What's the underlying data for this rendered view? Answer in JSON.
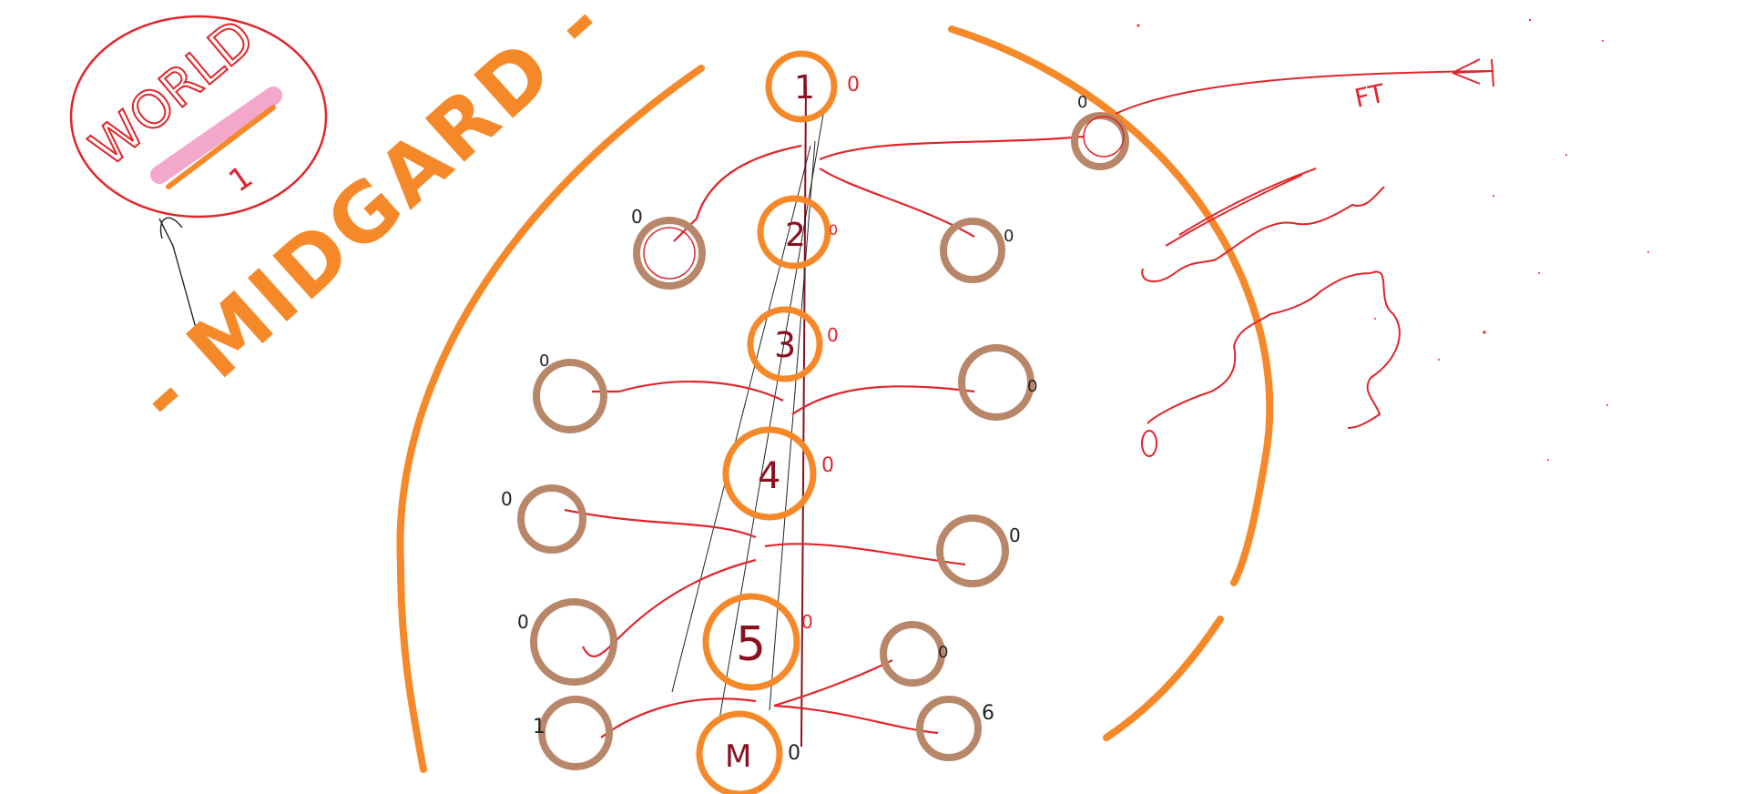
{
  "world_badge": {
    "title": "WORLD",
    "number": "1",
    "name": "- MIDGARD -"
  },
  "main_nodes": [
    {
      "label": "1",
      "side_count": "0"
    },
    {
      "label": "2",
      "side_count": "0"
    },
    {
      "label": "3",
      "side_count": "0"
    },
    {
      "label": "4",
      "side_count": "0"
    },
    {
      "label": "5",
      "side_count": "0"
    },
    {
      "label": "M",
      "side_count": "0"
    }
  ],
  "branch_counts": {
    "left_2": "0",
    "right_2": "0",
    "left_3": "0",
    "right_3": "0",
    "left_4": "0",
    "right_4": "0",
    "left_5": "0",
    "right_5": "0",
    "left_M": "1",
    "right_M": "6",
    "portal": "0"
  },
  "portal_label": "FT",
  "colors": {
    "orange": "#f5892a",
    "brown": "#b8876a",
    "red": "#e0262b",
    "dark_red": "#8a1020",
    "pink": "#f29ac2",
    "ink": "#222222"
  }
}
